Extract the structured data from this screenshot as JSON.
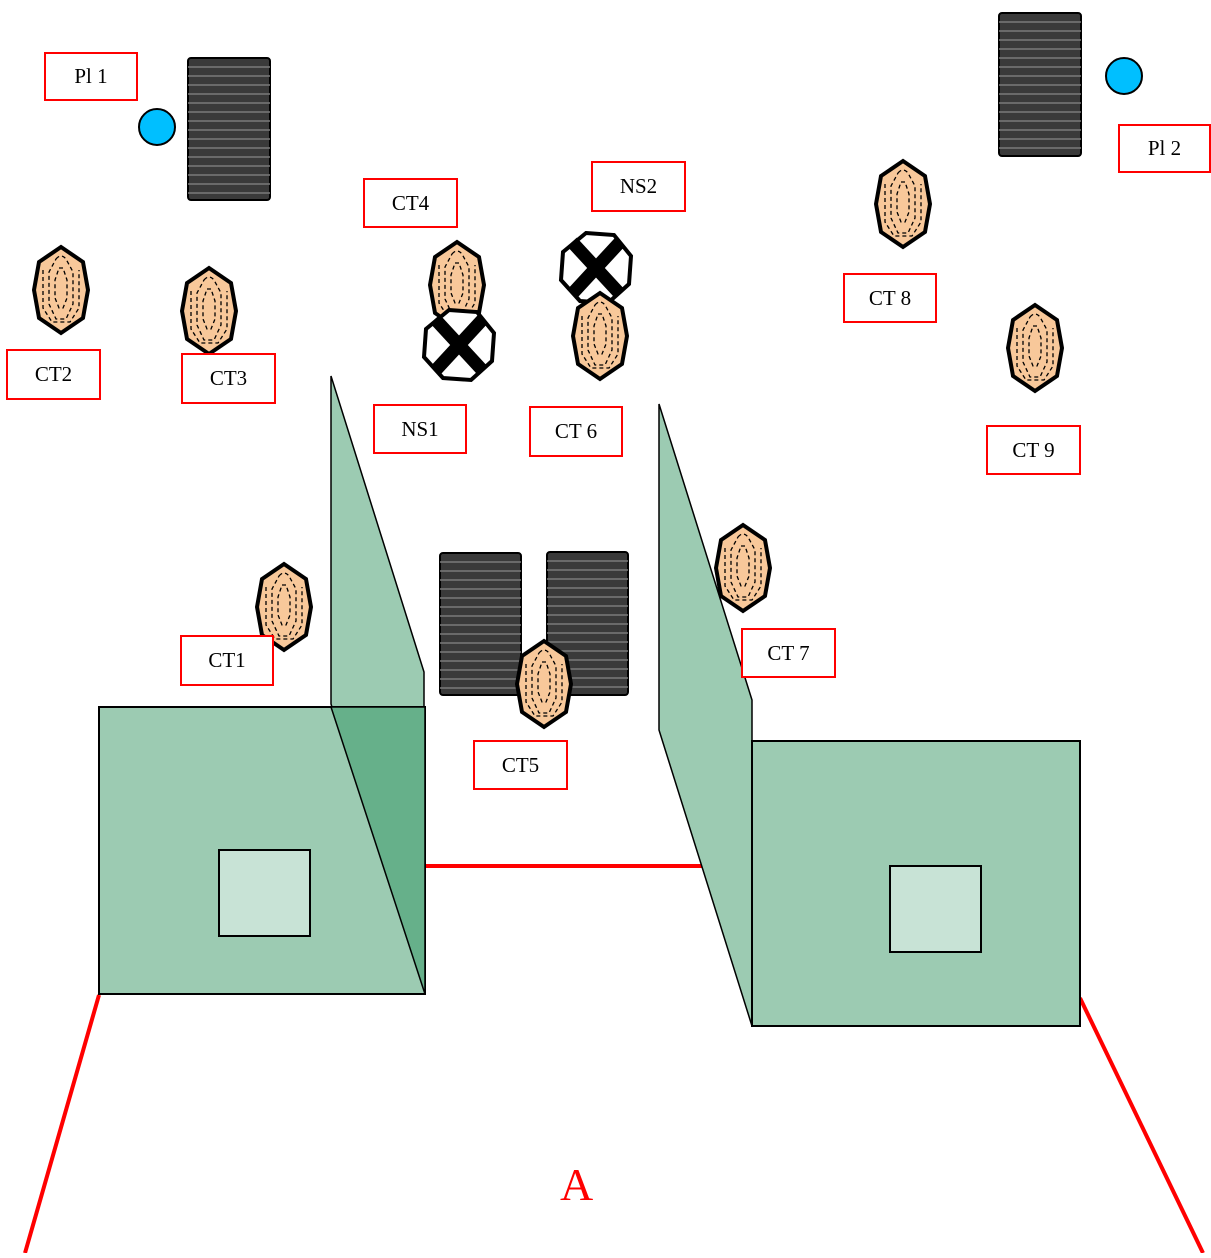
{
  "labels": {
    "pl1": "Pl 1",
    "pl2": "Pl 2",
    "ct1": "CT1",
    "ct2": "CT2",
    "ct3": "CT3",
    "ct4": "CT4",
    "ct5": "CT5",
    "ct6": "CT 6",
    "ct7": "CT 7",
    "ct8": "CT 8",
    "ct9": "CT 9",
    "ns1": "NS1",
    "ns2": "NS2"
  },
  "area_letter": "A",
  "colors": {
    "label_border": "#ff0000",
    "boundary_line": "#ff0000",
    "wall_fill": "#9ccbb2",
    "wall_dark_fill": "#66b08a",
    "window_fill": "#c8e3d6",
    "target_fill": "#f8c89a",
    "shooter_marker": "#00bfff",
    "barrel_fill": "#3a3a3a",
    "area_letter": "#ff0000"
  },
  "icons": {
    "target": "threat-target-icon",
    "no_shoot": "no-shoot-target-icon",
    "barrel_stack": "barrel-stack-icon",
    "start_position": "start-position-icon"
  }
}
